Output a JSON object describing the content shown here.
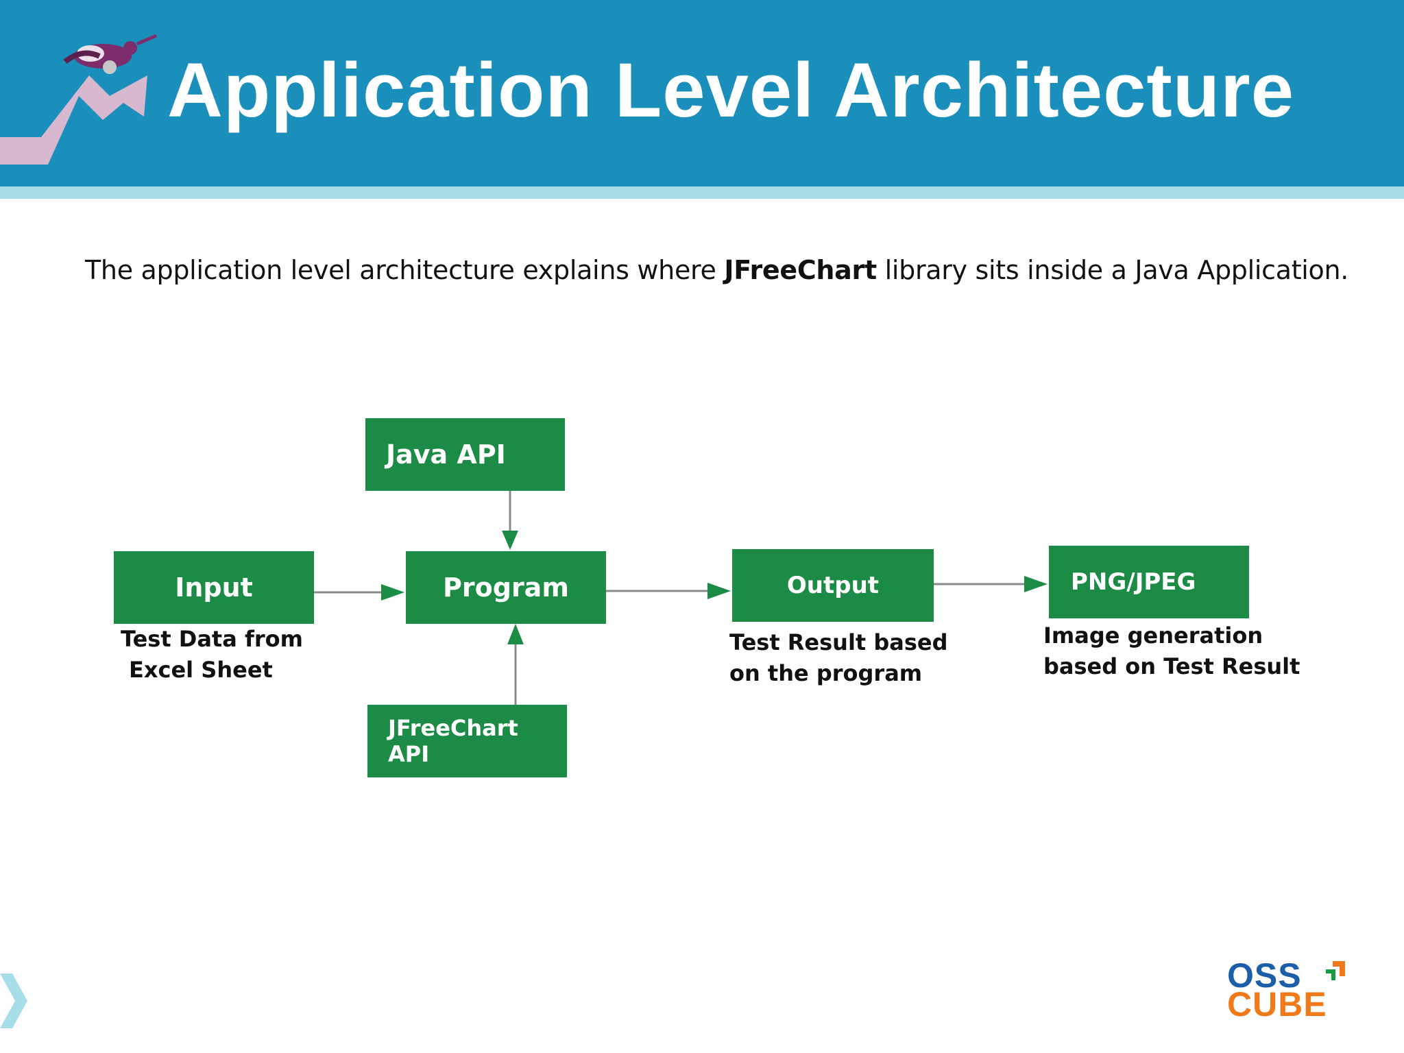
{
  "slide": {
    "title": "Application Level Architecture",
    "intro_before": "The application level architecture explains where ",
    "intro_bold": "JFreeChart",
    "intro_after": " library sits inside a Java Application."
  },
  "diagram": {
    "nodes": {
      "java_api": "Java API",
      "input": "Input",
      "program": "Program",
      "output": "Output",
      "png_jpeg": "PNG/JPEG",
      "jfreechart_api": "JFreeChart API"
    },
    "captions": {
      "input_line1": "Test Data from",
      "input_line2": "Excel Sheet",
      "output_line1": "Test Result based",
      "output_line2": "on the program",
      "png_line1": "Image generation",
      "png_line2": "based on Test Result"
    },
    "box_color": "#1b8b45"
  },
  "logo": {
    "line1": "OSS",
    "line2": "CUBE",
    "color_blue": "#1a5fa8",
    "color_orange": "#f07a1a"
  },
  "colors": {
    "header": "#1a8fbc",
    "header_stripe": "#a7dde9"
  }
}
